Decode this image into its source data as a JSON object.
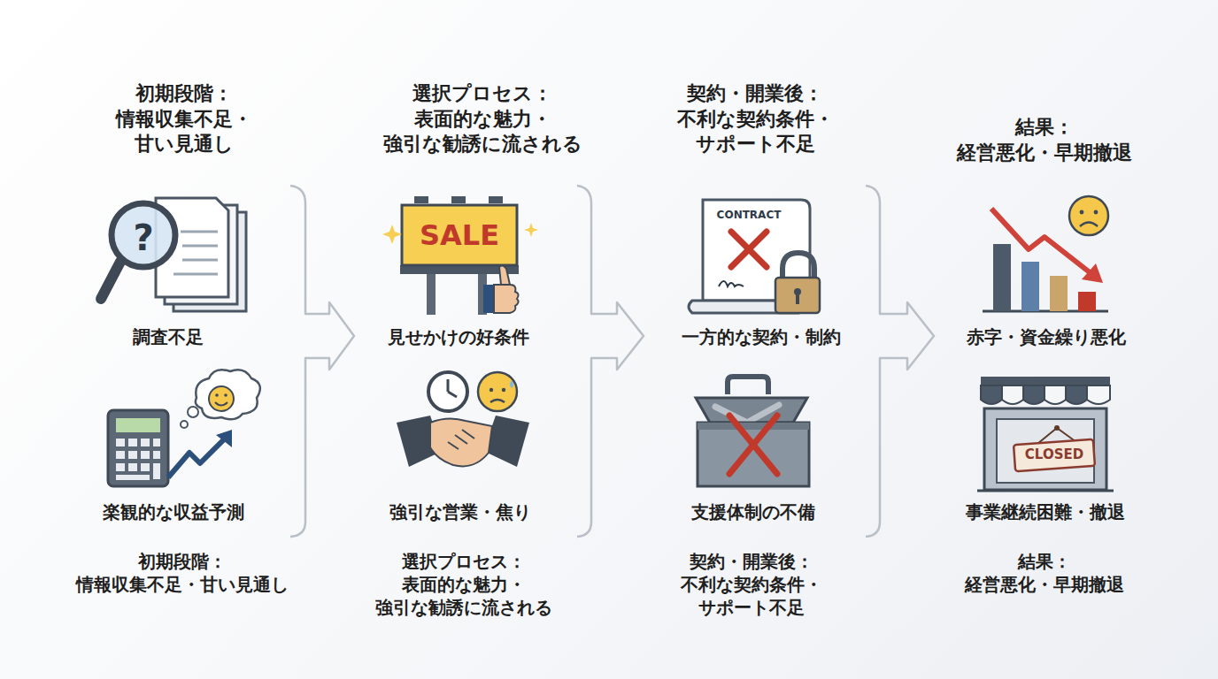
{
  "diagram": {
    "labels": [
      "初期段階： 情報収集不足・ 甘い見通し",
      "?",
      "調査不足",
      "楽観的な収益予測",
      "初期段階： 情報収集不足・甘い見通し",
      "選択プロセス： 表面的な魅力・ 強引な勧誘に流される",
      "SALE",
      "見せかけの好条件",
      "強引な営業・焦り",
      "選択プロセス： 表面的な魅力・ 強引な勧誘に流される",
      "契約・開業後： 不利な契約条件・ サポート不足",
      "CONTRACT",
      "一方的な契約・制約",
      "支援体制の不備",
      "契約・開業後： 不利な契約条件・ サポート不足",
      "結果： 経営悪化・早期撤退",
      "赤字・資金繰り悪化",
      "CLOSED",
      "事業継続困難・撤退",
      "結果： 経営悪化・早期撤退"
    ]
  }
}
